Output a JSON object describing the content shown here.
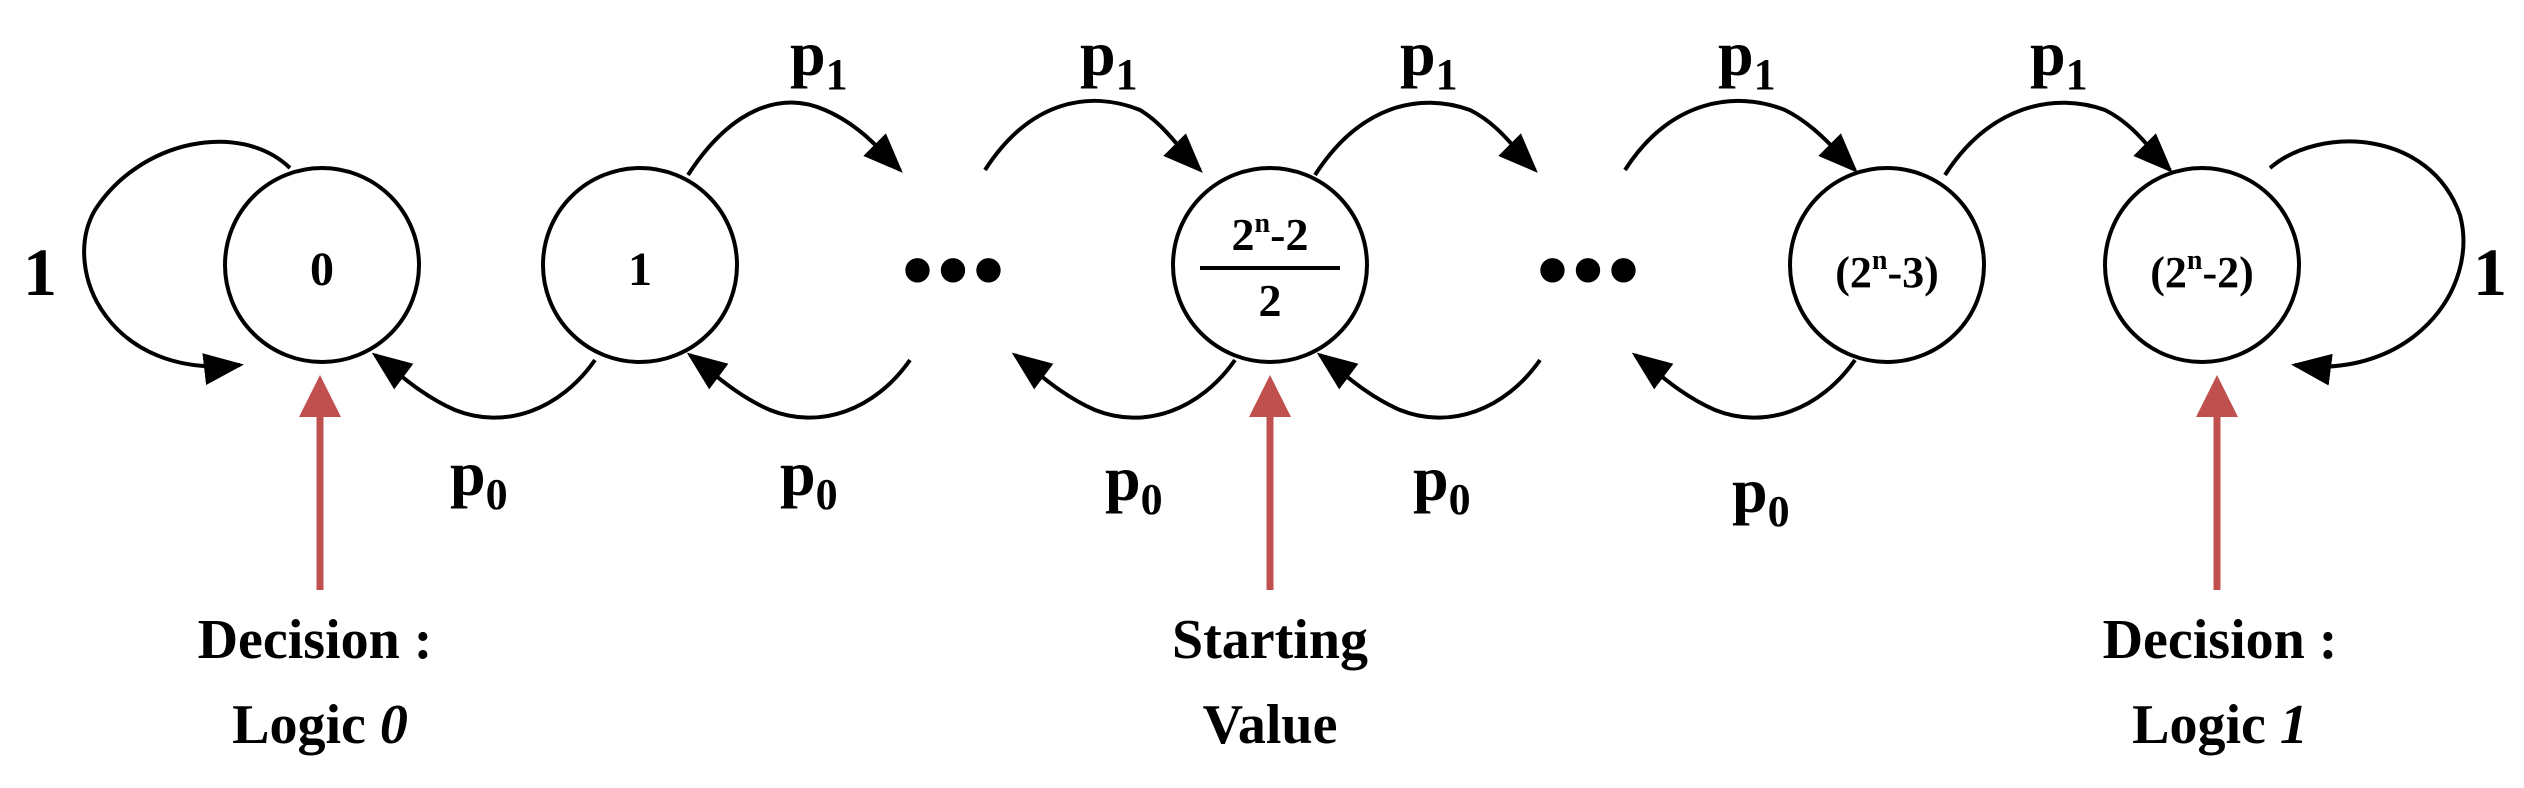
{
  "colors": {
    "stroke": "#000000",
    "decision_arrow": "#c0504d",
    "background": "#ffffff"
  },
  "states": {
    "s0": "0",
    "s1": "1",
    "mid_numerator": "2",
    "mid_exp": "n",
    "mid_numerator_tail": "-2",
    "mid_denominator": "2",
    "s_n3_open": "(2",
    "s_n3_exp": "n",
    "s_n3_tail": "-3)",
    "s_n2_open": "(2",
    "s_n2_exp": "n",
    "s_n2_tail": "-2)"
  },
  "self_loops": {
    "left": "1",
    "right": "1"
  },
  "transitions": {
    "forward": "p",
    "forward_sub": "1",
    "backward": "p",
    "backward_sub": "0"
  },
  "ellipsis": "•••",
  "annotations": {
    "decision0": {
      "line1": "Decision :",
      "line2_prefix": "Logic ",
      "line2_value": "0"
    },
    "start": {
      "line1": "Starting",
      "line2": "Value"
    },
    "decision1": {
      "line1": "Decision :",
      "line2_prefix": "Logic ",
      "line2_value": "1"
    }
  }
}
